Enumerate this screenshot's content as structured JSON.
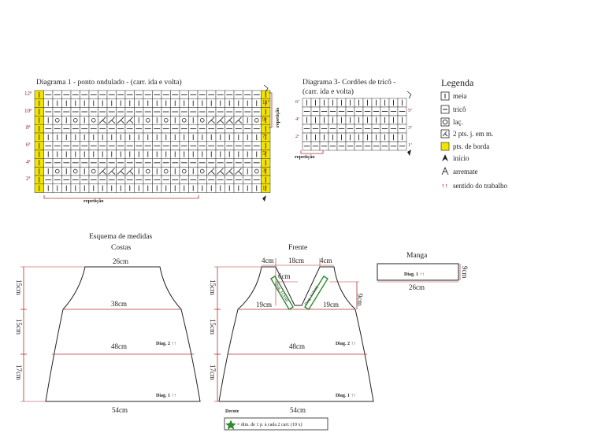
{
  "diagram1": {
    "title": "Diagrama 1 - ponto ondulado - (carr. ida e volta)",
    "left_row_labels": [
      "12ª",
      "10ª",
      "8ª",
      "6ª",
      "4ª",
      "2ª"
    ],
    "right_row_labels": [
      "11ª",
      "9ª",
      "7ª",
      "5ª",
      "3ª",
      "1ª"
    ],
    "repeat_label": "repetição"
  },
  "diagram3": {
    "title_line1": "Diagrama 3- Cordões de tricô -",
    "title_line2": "(carr. ida e volta)",
    "left_row_labels": [
      "6ª",
      "4ª",
      "2ª"
    ],
    "right_row_labels": [
      "5ª",
      "3ª",
      "1ª"
    ],
    "repeat_label": "repetição"
  },
  "legend": {
    "title": "Legenda",
    "items": [
      {
        "symbol": "I",
        "label": "meia"
      },
      {
        "symbol": "—",
        "label": "tricô"
      },
      {
        "symbol": "O",
        "label": "laç."
      },
      {
        "symbol": "⋏",
        "label": "2 pts. j. em m."
      },
      {
        "symbol": "",
        "label": "pts. de borda",
        "color": "#f2e400"
      },
      {
        "symbol": "⋏",
        "label": "início"
      },
      {
        "symbol": "⋏",
        "label": "arremate"
      },
      {
        "symbol": "↑↑",
        "label": "sentido do trabalho"
      }
    ]
  },
  "schema": {
    "title": "Esquema de medidas",
    "costas": {
      "title": "Costas",
      "top_width": "26cm",
      "mid_width": "38cm",
      "lower_width": "48cm",
      "bottom_width": "54cm",
      "h1": "15cm",
      "h2": "15cm",
      "h3": "17cm",
      "diag2": "Diag. 2 ↑↑",
      "diag1": "Diag. 1 ↑↑"
    },
    "frente": {
      "title": "Frente",
      "strap_left": "4cm",
      "neck_width": "18cm",
      "strap_right": "4cm",
      "neck_depth": "6cm",
      "side_left": "19cm",
      "side_right": "19cm",
      "armhole": "9cm",
      "lower_width": "48cm",
      "bottom_width": "54cm",
      "h1": "15cm",
      "h2": "15cm",
      "h3": "17cm",
      "diag3_left": "Diag. 3 (3cm)",
      "diag3_right": "Diag. 3 (3cm)",
      "diag2": "Diag. 2 ↑↑",
      "diag1": "Diag. 1 ↑↑",
      "decote": "Decote",
      "decote_note": "= dim. de 1 p.  à cada 2 carr. (19 x)",
      "star_color": "#2e8b2e"
    },
    "manga": {
      "title": "Manga",
      "diag": "Diag. 1 ↑↑",
      "width": "26cm",
      "height": "9cm"
    }
  },
  "colors": {
    "border_stitch": "#f2e400",
    "measure_line": "#b03030",
    "outline": "#222222",
    "accent_green": "#2e8b2e"
  }
}
